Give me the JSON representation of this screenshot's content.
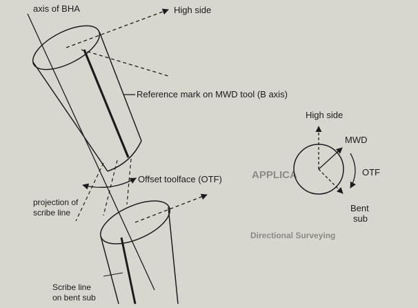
{
  "labels": {
    "axis_of_bha": "axis of BHA",
    "high_side_top": "High side",
    "reference_mark": "Reference mark  on MWD tool (B axis)",
    "offset_toolface": "Offset toolface (OTF)",
    "projection_line1": "projection of",
    "projection_line2": "scribe line",
    "scribe_line1": "Scribe line",
    "scribe_line2": "on bent sub",
    "dial_high_side": "High side",
    "dial_mwd": "MWD",
    "dial_otf": "OTF",
    "dial_bent1": "Bent",
    "dial_bent2": "sub"
  },
  "background_text": {
    "heading_applications": "APPLICA",
    "heading_directional": "Directional Surveying"
  },
  "colors": {
    "paper": "#d8d6cf",
    "ink": "#1b1b1b",
    "faint_text": "#8b8a85"
  }
}
